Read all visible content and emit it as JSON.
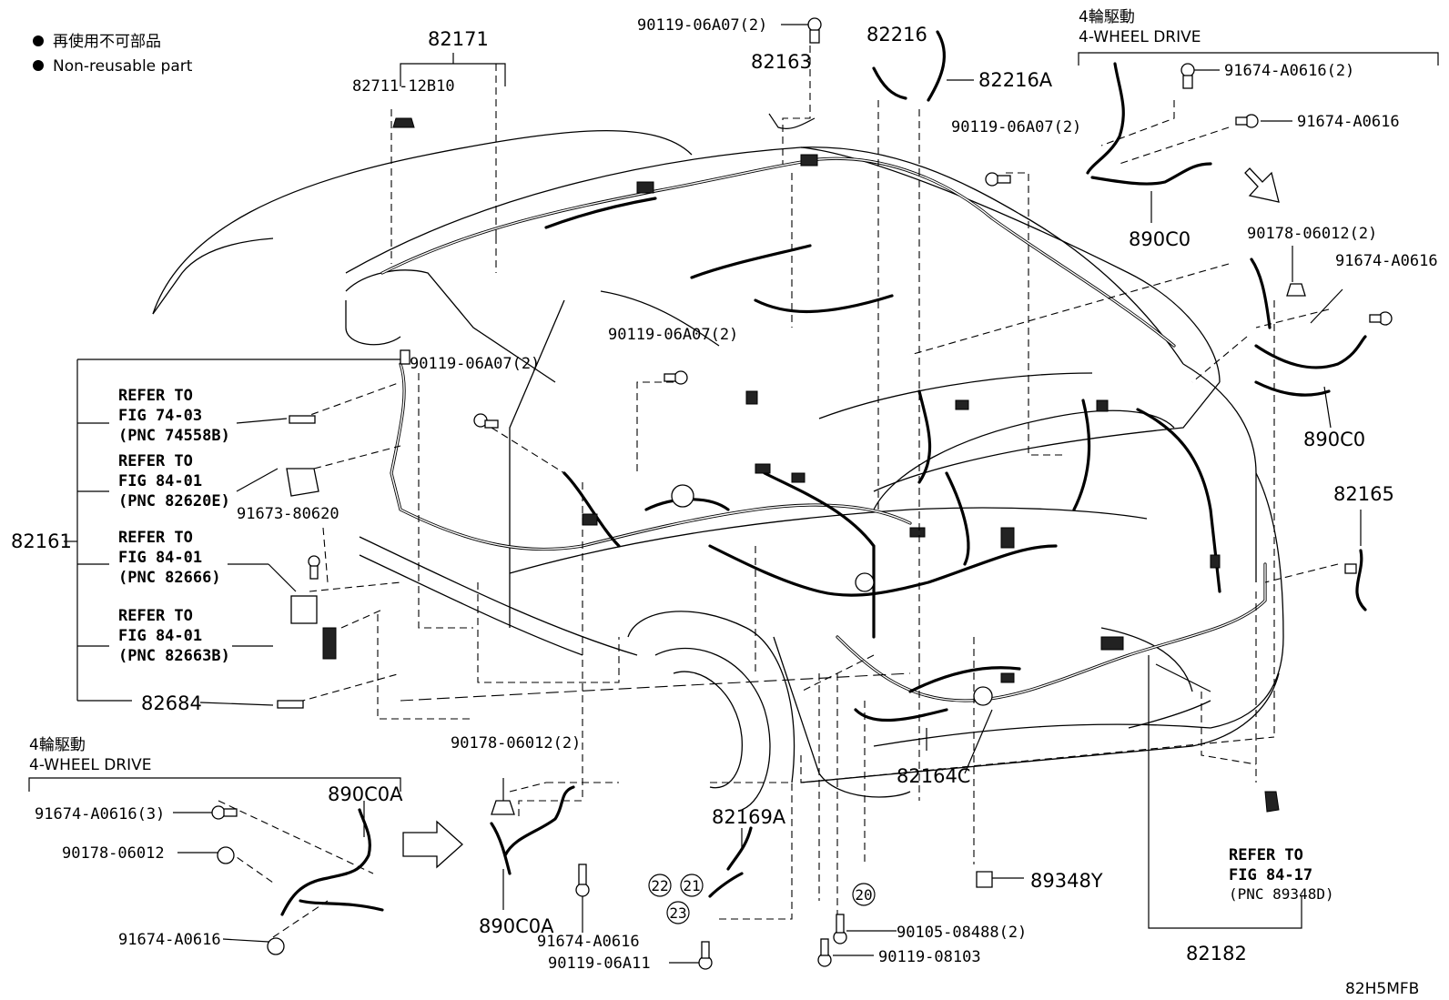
{
  "legend": {
    "jp": "再使用不可部品",
    "en": "Non-reusable part"
  },
  "sections": {
    "four_wd_top_jp": "4輪駆動",
    "four_wd_top_en": "4-WHEEL DRIVE",
    "four_wd_bottom_jp": "4輪駆動",
    "four_wd_bottom_en": "4-WHEEL DRIVE"
  },
  "refers": [
    {
      "l1": "REFER TO",
      "l2": "FIG 74-03",
      "l3": "(PNC 74558B)"
    },
    {
      "l1": "REFER TO",
      "l2": "FIG 84-01",
      "l3": "(PNC 82620E)"
    },
    {
      "l1": "REFER TO",
      "l2": "FIG 84-01",
      "l3": "(PNC 82666)"
    },
    {
      "l1": "REFER TO",
      "l2": "FIG 84-01",
      "l3": "(PNC 82663B)"
    },
    {
      "l1": "REFER TO",
      "l2": "FIG 84-17",
      "l3": "(PNC 89348D)"
    }
  ],
  "parts": {
    "p82171": "82171",
    "p82711": "82711-12B10",
    "p90119_top": "90119-06A07(2)",
    "p82163": "82163",
    "p82216": "82216",
    "p82216A": "82216A",
    "p90119_mid_right": "90119-06A07(2)",
    "p91674_a0616_2": "91674-A0616(2)",
    "p91674_a0616_r1": "91674-A0616",
    "p890C0_top": "890C0",
    "p90178_2_right": "90178-06012(2)",
    "p91674_a0616_r2": "91674-A0616",
    "p890C0_right": "890C0",
    "p90119_mid": "90119-06A07(2)",
    "p82161": "82161",
    "p91673": "91673-80620",
    "p82684": "82684",
    "p82165": "82165",
    "p82164C": "82164C",
    "p82169A": "82169A",
    "p89348Y": "89348Y",
    "p90105": "90105-08488(2)",
    "p90119_08103": "90119-08103",
    "p82182": "82182",
    "p90178_2_bottom": "90178-06012(2)",
    "p890C0A_bottom_mid": "890C0A",
    "p91674_a0616_bm": "91674-A0616",
    "p90119_06A11": "90119-06A11",
    "p91674_a0616_3": "91674-A0616(3)",
    "p90178_06012": "90178-06012",
    "p91674_a0616_bl": "91674-A0616",
    "p890C0A_left": "890C0A",
    "c20": "20",
    "c21": "21",
    "c22": "22",
    "c23": "23"
  },
  "diagram_code": "82H5MFB"
}
